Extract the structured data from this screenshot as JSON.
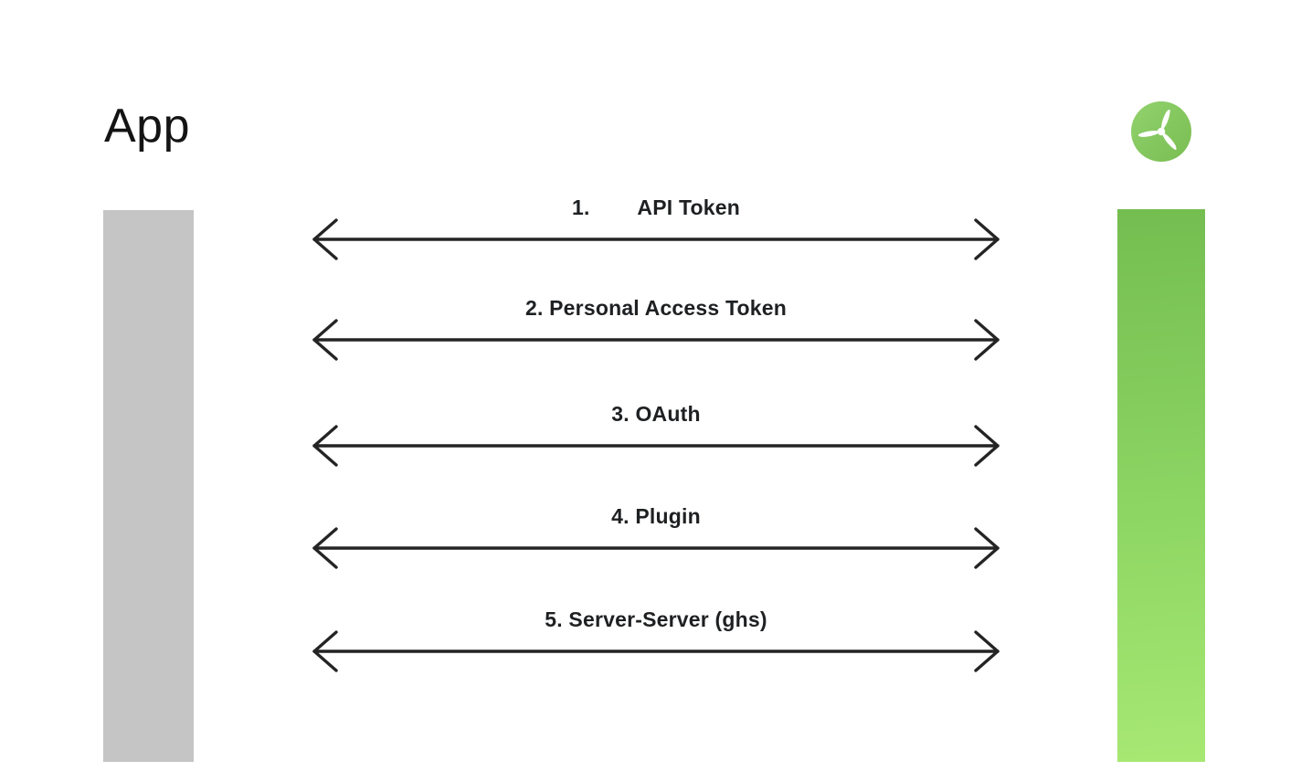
{
  "header": {
    "app_label": "App"
  },
  "connections": [
    {
      "label": "1.        API Token"
    },
    {
      "label": "2. Personal Access Token"
    },
    {
      "label": "3. OAuth"
    },
    {
      "label": "4. Plugin"
    },
    {
      "label": "5. Server-Server (ghs)"
    }
  ],
  "colors": {
    "left_bar": "#c5c5c5",
    "right_bar_gradient_top": "#74bd50",
    "right_bar_gradient_bottom": "#a7e873",
    "logo_green_light": "#92d26d",
    "logo_green_dark": "#79bd52",
    "arrow": "#242424",
    "label_text": "#1e2022",
    "background": "#ffffff"
  },
  "logo": {
    "icon": "wind-turbine-icon"
  }
}
